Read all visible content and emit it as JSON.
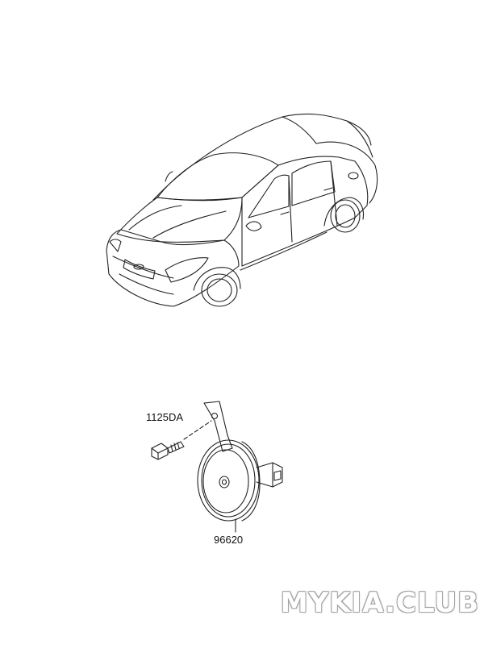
{
  "parts": [
    {
      "number": "1125DA"
    },
    {
      "number": "96620"
    }
  ],
  "watermark": "MYKIA.CLUB",
  "colors": {
    "line": "#222222",
    "background": "#ffffff",
    "watermark_outline": "#9a9a9a"
  }
}
